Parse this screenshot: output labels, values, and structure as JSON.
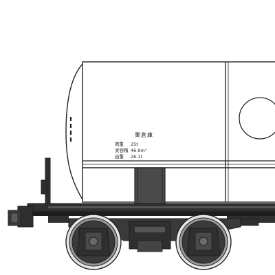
{
  "illustration": {
    "subject": "tank-car-side-view",
    "colors": {
      "outline": "#222222",
      "tank_body": "#ffffff",
      "frame": "#2f2f2f",
      "frame_dark": "#1d1d1d",
      "wheel": "#3a3a3a",
      "wheel_rim": "#9a9a9a",
      "tire": "#e6e6e6",
      "saddle": "#4a4a4a"
    }
  },
  "data_plate": {
    "header": "栗倉庫",
    "rows": [
      {
        "label": "荷重",
        "value": "25t"
      },
      {
        "label": "実容積",
        "value": "46.9m³"
      },
      {
        "label": "自重",
        "value": "26.1t"
      }
    ]
  }
}
